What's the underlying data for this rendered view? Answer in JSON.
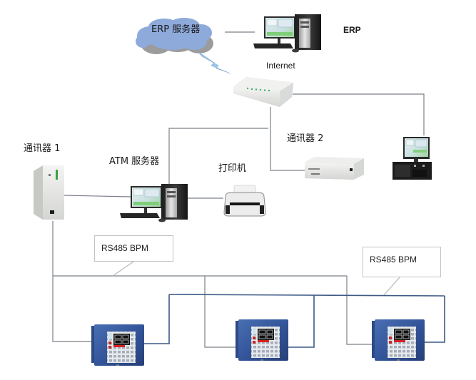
{
  "diagram": {
    "title": "ERP / ATM RS485 network topology",
    "labels": {
      "cloud": "ERP 服务器",
      "erp": "ERP",
      "internet": "Internet",
      "comm1": "通讯器 1",
      "comm2": "通讯器 2",
      "atm_server": "ATM 服务器",
      "printer": "打印机"
    },
    "callouts": [
      {
        "text": "RS485 BPM"
      },
      {
        "text": "RS485 BPM"
      }
    ],
    "nodes": [
      {
        "id": "erp-cloud",
        "icon": "cloud-icon"
      },
      {
        "id": "erp-workstation",
        "icon": "desktop-computer-icon"
      },
      {
        "id": "internet-switch",
        "icon": "network-switch-icon"
      },
      {
        "id": "comm1",
        "icon": "communicator-box-icon"
      },
      {
        "id": "atm-server",
        "icon": "desktop-computer-icon"
      },
      {
        "id": "printer",
        "icon": "printer-icon"
      },
      {
        "id": "comm2",
        "icon": "communicator-box-icon"
      },
      {
        "id": "industrial-pc",
        "icon": "industrial-pc-icon"
      },
      {
        "id": "bpm-panel-1",
        "icon": "control-panel-icon"
      },
      {
        "id": "bpm-panel-2",
        "icon": "control-panel-icon"
      },
      {
        "id": "bpm-panel-3",
        "icon": "control-panel-icon"
      }
    ],
    "colors": {
      "wire": "#7b8088",
      "bus_wire": "#3c5a85",
      "cloud": "#8eaadb",
      "panel": "#3d5c9c",
      "lightning": "#9fc6ea"
    }
  }
}
